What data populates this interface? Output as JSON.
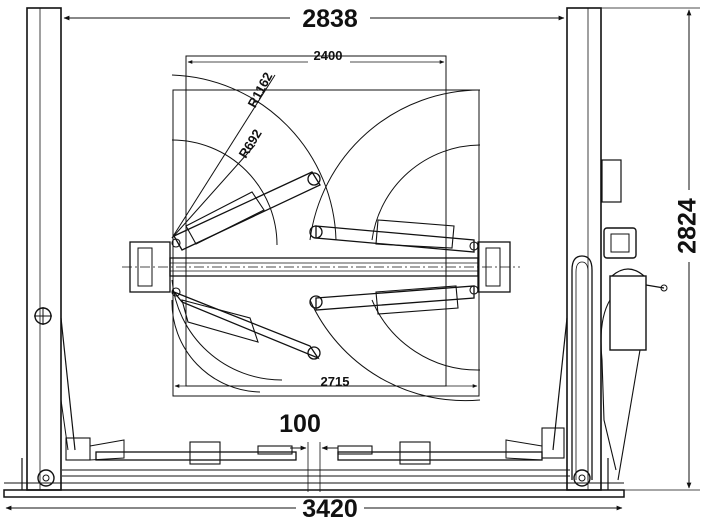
{
  "dimensions": {
    "top_width": "2838",
    "inner_width": "2400",
    "radius_outer": "R1162",
    "radius_inner": "R692",
    "arc_span": "2715",
    "height": "2824",
    "gap": "100",
    "overall_width": "3420"
  },
  "colors": {
    "line": "#111111",
    "background": "#ffffff"
  }
}
